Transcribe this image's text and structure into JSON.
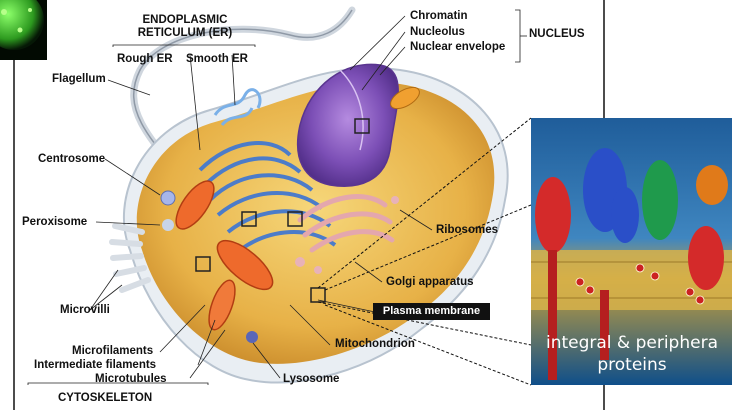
{
  "labels": {
    "er_title_line1": "ENDOPLASMIC",
    "er_title_line2": "RETICULUM (ER)",
    "rough_er": "Rough ER",
    "smooth_er": "Smooth ER",
    "chromatin": "Chromatin",
    "nucleolus": "Nucleolus",
    "nuclear_envelope": "Nuclear envelope",
    "nucleus": "NUCLEUS",
    "flagellum": "Flagellum",
    "centrosome": "Centrosome",
    "peroxisome": "Peroxisome",
    "ribosomes": "Ribosomes",
    "golgi": "Golgi apparatus",
    "plasma_membrane": "Plasma membrane",
    "microvilli": "Microvilli",
    "microfilaments": "Microfilaments",
    "intermediate_filaments": "Intermediate filaments",
    "microtubules": "Microtubules",
    "mitochondrion": "Mitochondrion",
    "lysosome": "Lysosome",
    "cytoskeleton": "CYTOSKELETON"
  },
  "inset_caption": {
    "line1": "integral & periphera",
    "line2": "proteins"
  },
  "colors": {
    "nucleus": "#7a4fb0",
    "er": "#4a78c8",
    "golgi": "#d89aa0",
    "mitochondria": "#e8562a",
    "cytoplasm": "#e8b84a",
    "membrane_bg": "#2b6aa8",
    "label_text": "#111111"
  }
}
